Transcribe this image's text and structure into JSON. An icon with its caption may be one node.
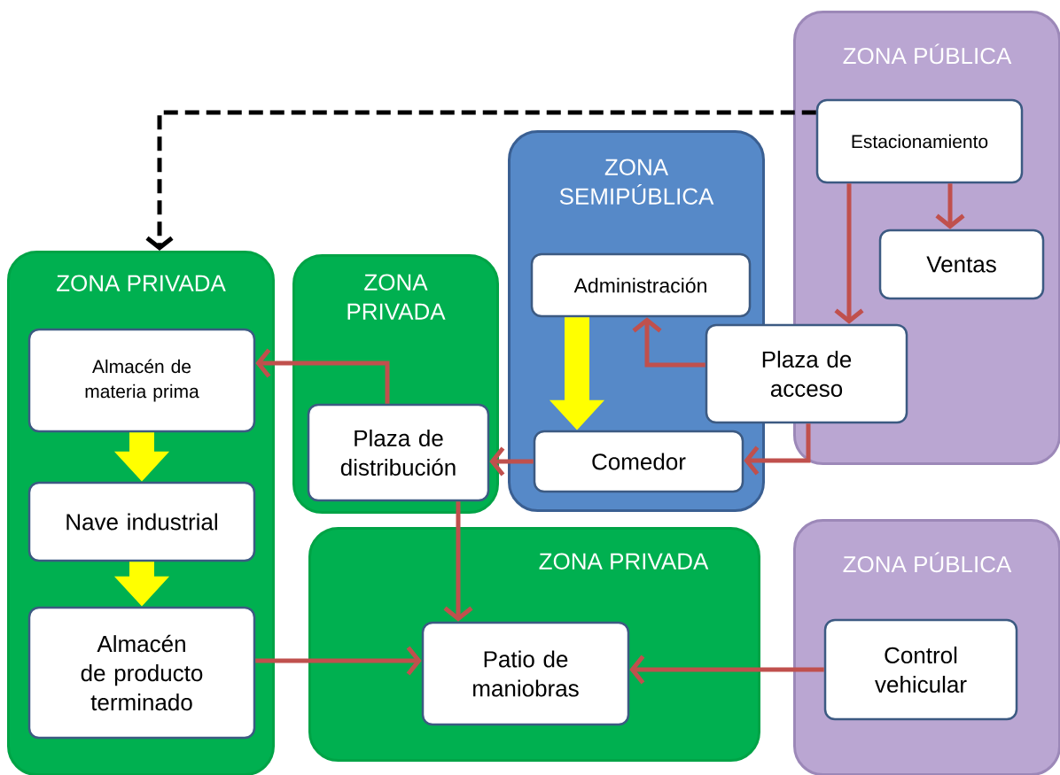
{
  "diagram": {
    "nodes": [
      {
        "text": [
          "ZONA PÚBLICA"
        ]
      },
      {
        "text": [
          "Estacionamiento"
        ],
        "in": 0
      },
      {
        "text": [
          "Ventas"
        ],
        "in": 0
      },
      {
        "text": [
          "ZONA SEMIPÚBLICA"
        ]
      },
      {
        "text": [
          "Administración"
        ],
        "in": 3
      },
      {
        "text": [
          "Plaza de acceso"
        ]
      },
      {
        "text": [
          "Comedor"
        ],
        "in": 3
      },
      {
        "text": [
          "ZONA PRIVADA"
        ]
      },
      {
        "text": [
          "Almacén de materia prima"
        ],
        "in": 7
      },
      {
        "text": [
          "Nave industrial"
        ],
        "in": 7
      },
      {
        "text": [
          "Almacén de producto terminado"
        ],
        "in": 7
      },
      {
        "text": [
          "ZONA PRIVADA"
        ]
      },
      {
        "text": [
          "Plaza de distribución"
        ],
        "in": 11
      },
      {
        "text": [
          "ZONA PRIVADA"
        ]
      },
      {
        "text": [
          "Patio de maniobras"
        ],
        "in": 13
      },
      {
        "text": [
          "ZONA PÚBLICA"
        ]
      },
      {
        "text": [
          "Control vehicular"
        ],
        "in": 15
      }
    ],
    "edges": [
      {
        "from": 1,
        "to": 7,
        "arrow": "to",
        "style": "dashed",
        "color": "#000000"
      },
      {
        "from": 1,
        "to": 2,
        "arrow": "to"
      },
      {
        "from": 1,
        "to": 5,
        "arrow": "to"
      },
      {
        "from": 5,
        "to": 4,
        "arrow": "to"
      },
      {
        "from": 5,
        "to": 6,
        "arrow": "to"
      },
      {
        "from": 6,
        "to": 12,
        "arrow": "to"
      },
      {
        "from": 12,
        "to": 8,
        "arrow": "to"
      },
      {
        "from": 12,
        "to": 14,
        "arrow": "to"
      },
      {
        "from": 10,
        "to": 14,
        "arrow": "to"
      },
      {
        "from": 16,
        "to": 14,
        "arrow": "to"
      },
      {
        "from": 4,
        "to": 6,
        "arrow": "to",
        "style": "thick",
        "color": "#ffff00"
      },
      {
        "from": 8,
        "to": 9,
        "arrow": "to",
        "style": "thick",
        "color": "#ffff00"
      },
      {
        "from": 9,
        "to": 10,
        "arrow": "to",
        "style": "thick",
        "color": "#ffff00"
      }
    ]
  }
}
